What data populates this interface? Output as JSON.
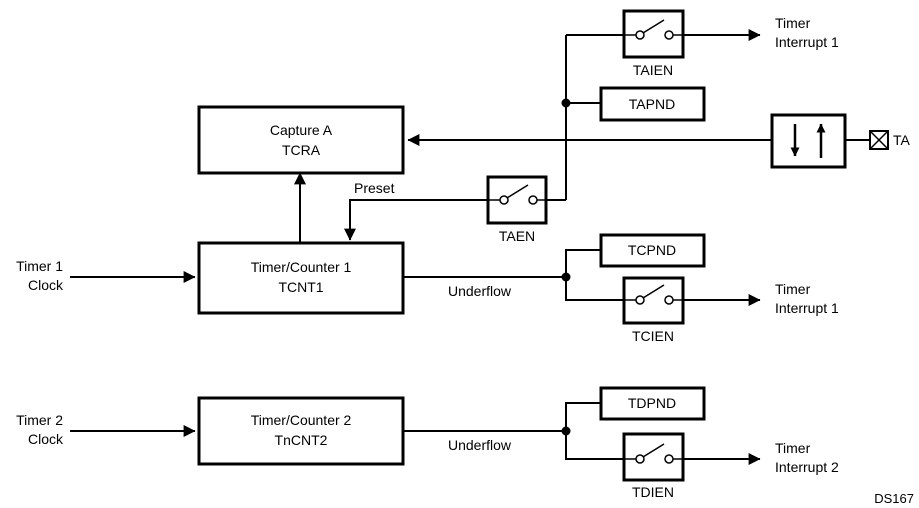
{
  "diagram": {
    "blocks": {
      "capture": {
        "line1": "Capture A",
        "line2": "TCRA"
      },
      "counter1": {
        "line1": "Timer/Counter 1",
        "line2": "TCNT1"
      },
      "counter2": {
        "line1": "Timer/Counter 2",
        "line2": "TnCNT2"
      }
    },
    "flags": {
      "tapnd": "TAPND",
      "tcpnd": "TCPND",
      "tdpnd": "TDPND"
    },
    "switches": {
      "taien": "TAIEN",
      "taen": "TAEN",
      "tcien": "TCIEN",
      "tdien": "TDIEN"
    },
    "inputs": {
      "clock1": {
        "line1": "Timer 1",
        "line2": "Clock"
      },
      "clock2": {
        "line1": "Timer 2",
        "line2": "Clock"
      },
      "pin": "TA"
    },
    "outputs": {
      "out_a": {
        "line1": "Timer",
        "line2": "Interrupt 1"
      },
      "out_c": {
        "line1": "Timer",
        "line2": "Interrupt 1"
      },
      "out_d": {
        "line1": "Timer",
        "line2": "Interrupt 2"
      }
    },
    "signals": {
      "preset": "Preset",
      "underflow1": "Underflow",
      "underflow2": "Underflow"
    },
    "figure_id": "DS167"
  }
}
